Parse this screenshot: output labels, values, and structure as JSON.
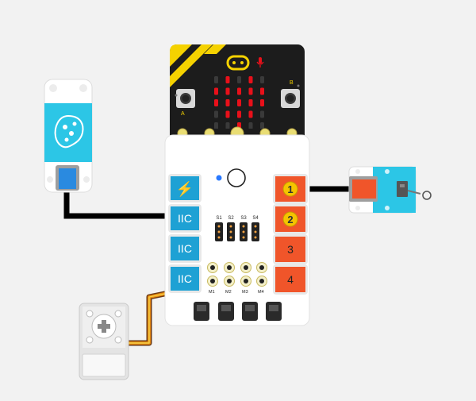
{
  "diagram": {
    "microbit": {
      "logo": "logo-icon",
      "mic": "microphone-icon",
      "button_a": "A",
      "button_b": "B"
    },
    "expansion_board": {
      "left_ports": [
        {
          "label": "⚡",
          "kind": "power"
        },
        {
          "label": "IIC"
        },
        {
          "label": "IIC"
        },
        {
          "label": "IIC"
        }
      ],
      "right_ports": [
        "1",
        "2",
        "3",
        "4"
      ],
      "servo_headers": [
        "S1",
        "S2",
        "S3",
        "S4"
      ],
      "motor_labels": [
        "M1",
        "M2",
        "M3",
        "M4"
      ]
    },
    "colors": {
      "iic_port": "#1ea1d4",
      "analog_port": "#f0552a",
      "microbit_board": "#1c1c1c",
      "microbit_corner": "#f5d200",
      "led_on": "#e8101a",
      "wire_black": "#000000",
      "wire_servo": "#e88a10",
      "module_cyan": "#2cc6e6"
    },
    "modules": {
      "color_sensor": {
        "icon": "palette-icon",
        "connected_to": "IIC"
      },
      "crash_sensor": {
        "icon": "bumper-switch-icon",
        "connected_to": "1"
      },
      "servo": {
        "icon": "servo-horn-icon",
        "connected_to": "S1"
      }
    }
  }
}
